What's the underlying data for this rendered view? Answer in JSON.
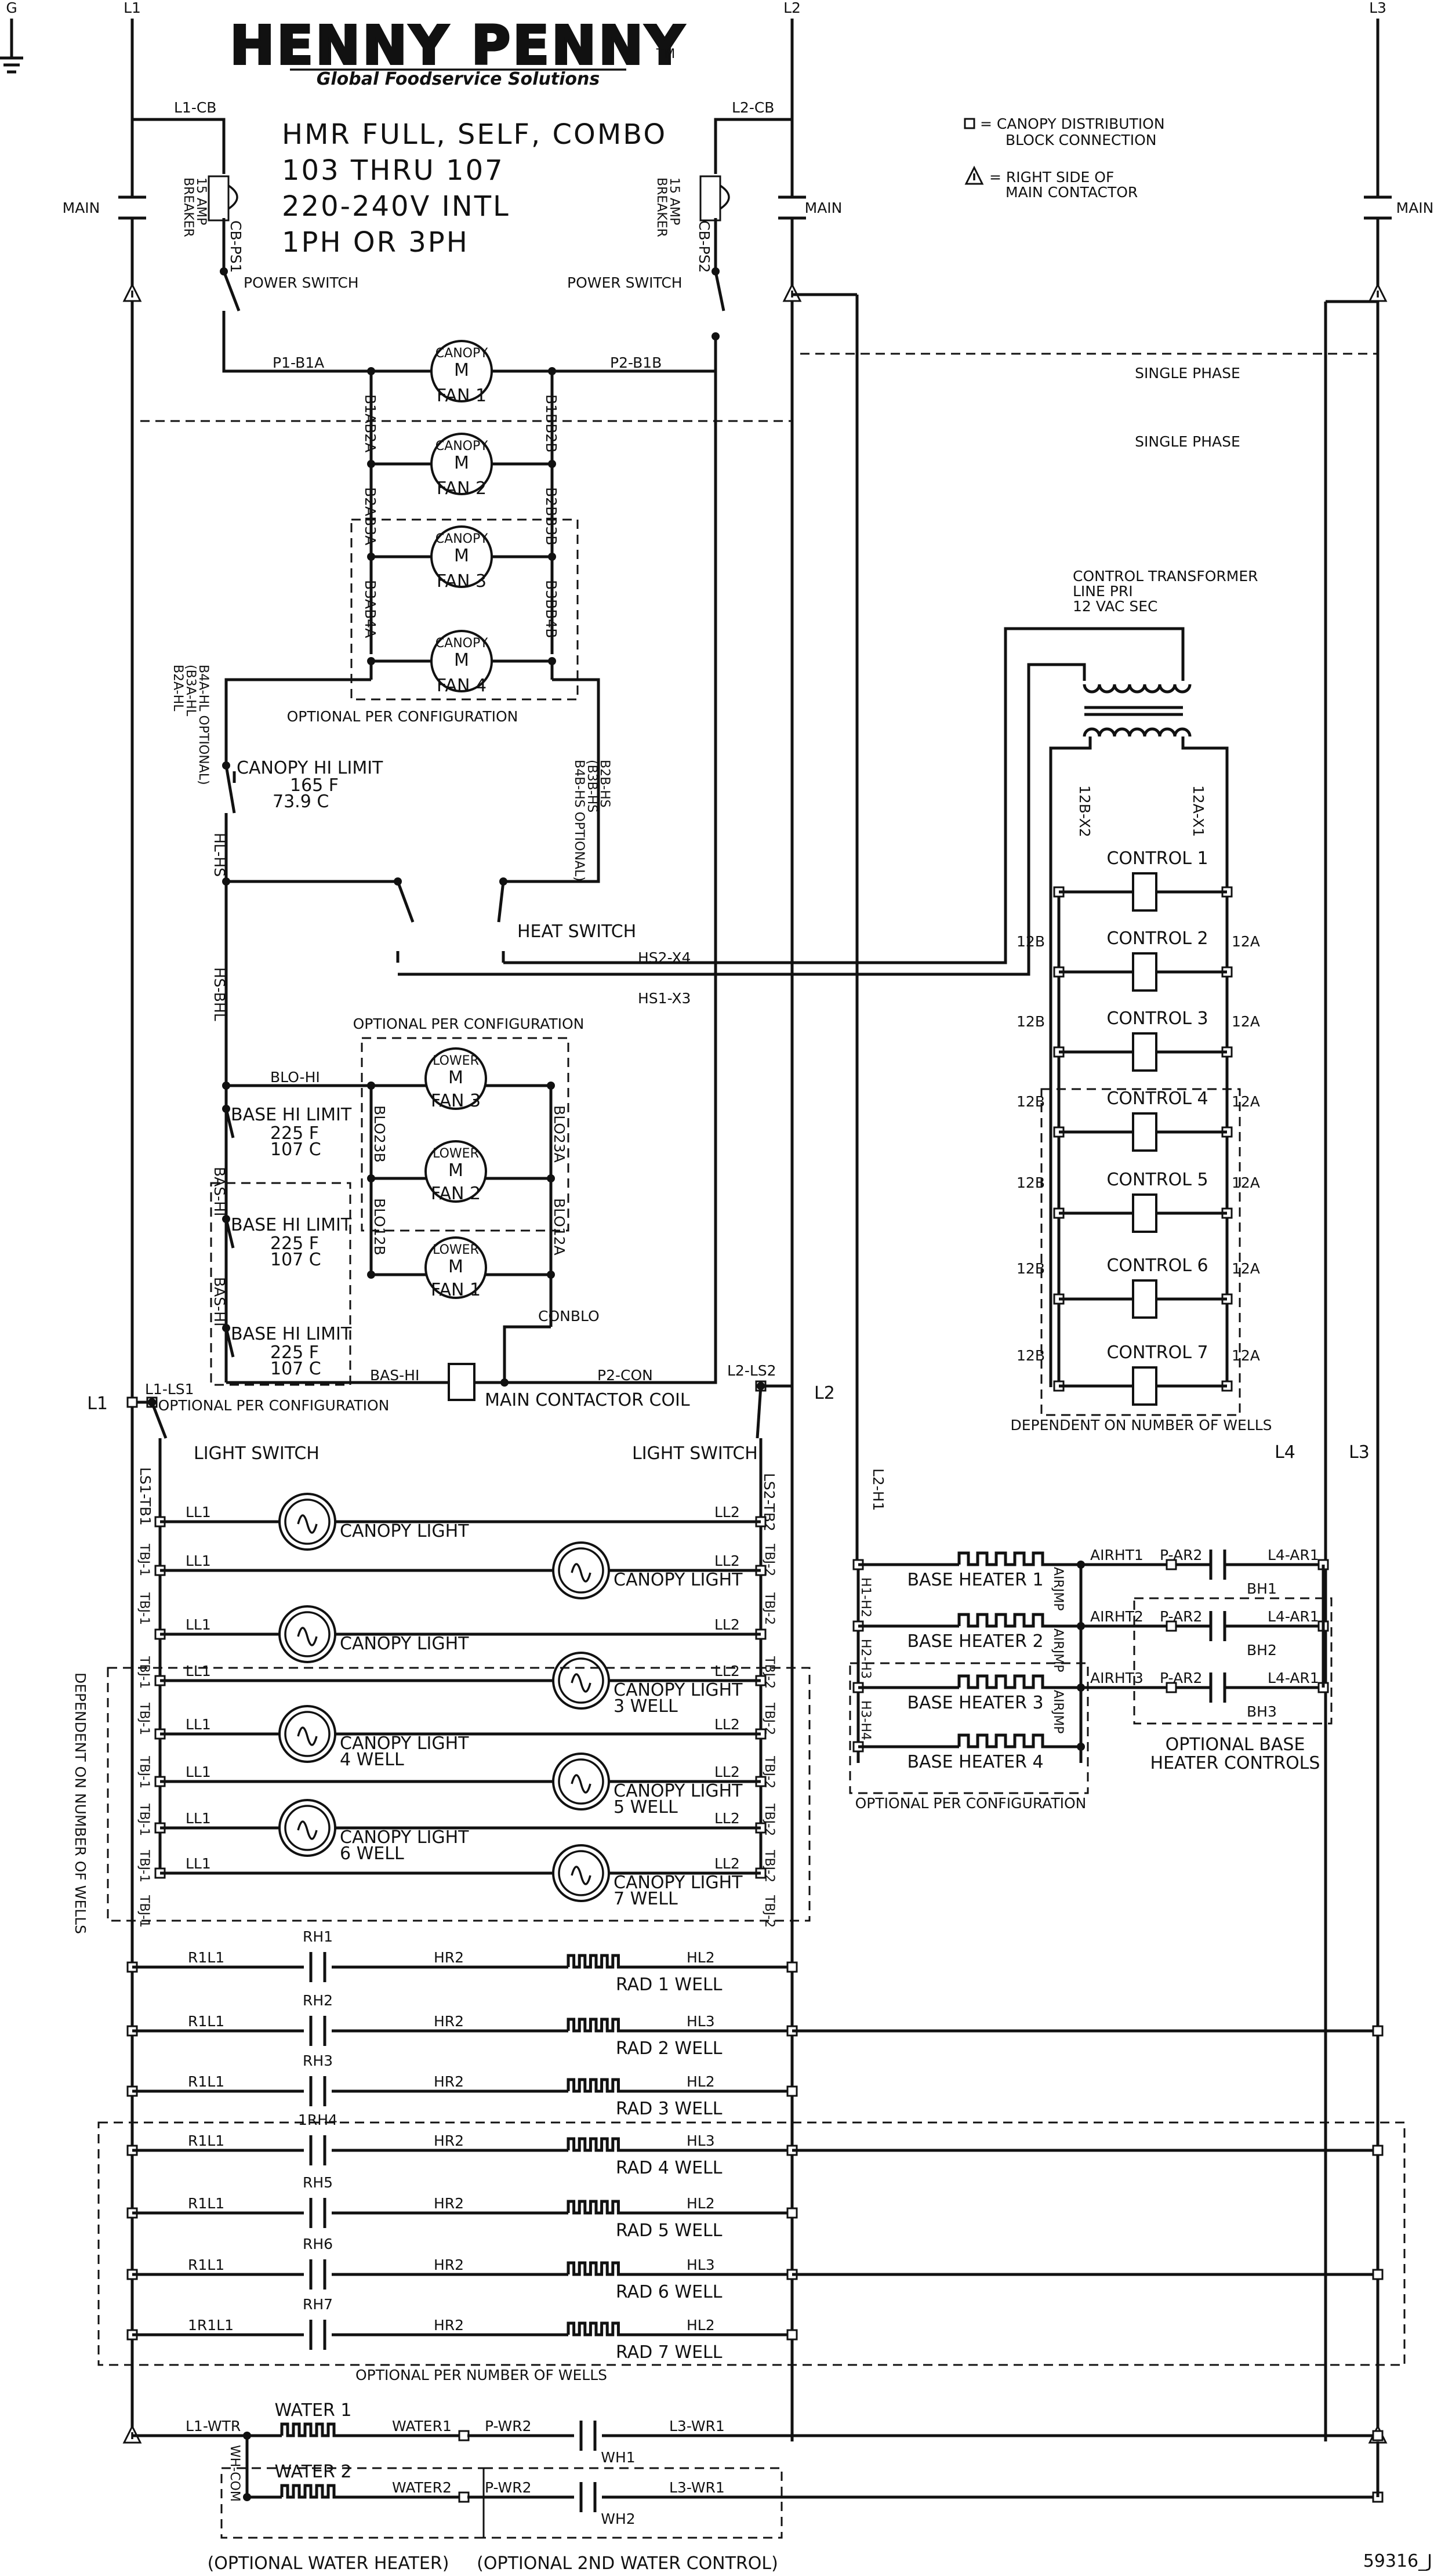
{
  "brand": {
    "logo": "HENNY PENNY",
    "tm": "TM",
    "tagline": "Global Foodservice Solutions"
  },
  "title": [
    "HMR FULL, SELF, COMBO",
    "103 THRU 107",
    "220-240V INTL",
    "1PH OR 3PH"
  ],
  "drawing_number": "59316_J",
  "legend": [
    {
      "symbol": "terminal-square",
      "lines": [
        "= CANOPY DISTRIBUTION",
        "BLOCK CONNECTION"
      ]
    },
    {
      "symbol": "triangle",
      "lines": [
        "= RIGHT SIDE OF",
        "MAIN CONTACTOR"
      ]
    }
  ],
  "supply": {
    "ground": "G",
    "lines": [
      "L1",
      "L2",
      "L3"
    ],
    "main_label": "MAIN",
    "l4": "L4"
  },
  "breakers": [
    {
      "top": "L1-CB",
      "rating": "15 AMP",
      "type": "BREAKER",
      "out": "CB-PS1"
    },
    {
      "top": "L2-CB",
      "rating": "15 AMP",
      "type": "BREAKER",
      "out": "CB-PS2"
    }
  ],
  "power_switch": "POWER SWITCH",
  "single_phase": "SINGLE PHASE",
  "canopy_fans": {
    "left_wire": "P1-B1A",
    "right_wire": "P2-B1B",
    "names": [
      "CANOPY",
      "M",
      "FAN 1",
      "FAN 2",
      "FAN 3",
      "FAN 4"
    ],
    "left_links": [
      "B1AB2A",
      "B2AB3A",
      "B3AB4A"
    ],
    "right_links": [
      "B1BB2B",
      "B2BB3B",
      "B3BB4B"
    ],
    "optional": "OPTIONAL PER CONFIGURATION"
  },
  "canopy_hi_limit": {
    "name": "CANOPY HI LIMIT",
    "f": "165 F",
    "c": "73.9 C",
    "left_wire": [
      "B2A-HL",
      "(B3A-HL",
      "B4A-HL OPTIONAL)"
    ],
    "right_wire": [
      "B2B-HS",
      "(B3B-HS",
      "B4B-HS OPTIONAL)"
    ],
    "out": "HL-HS"
  },
  "heat_switch": {
    "name": "HEAT SWITCH",
    "w1": "HS2-X4",
    "w2": "HS1-X3",
    "down": "HS-BHL"
  },
  "transformer": {
    "lines": [
      "CONTROL TRANSFORMER",
      "LINE        PRI",
      "12 VAC      SEC"
    ],
    "x1": "12A-X1",
    "x2": "12B-X2"
  },
  "controls": {
    "names": [
      "CONTROL 1",
      "CONTROL 2",
      "CONTROL 3",
      "CONTROL 4",
      "CONTROL 5",
      "CONTROL 6",
      "CONTROL 7"
    ],
    "left": "12B",
    "right": "12A",
    "note": "DEPENDENT ON NUMBER OF WELLS"
  },
  "lower_fans": {
    "optional": "OPTIONAL PER CONFIGURATION",
    "wire_in": "BLO-HI",
    "names": [
      "LOWER",
      "M",
      "FAN 3",
      "FAN 2",
      "FAN 1"
    ],
    "left_links": [
      "BLO23B",
      "BLO12B"
    ],
    "right_links": [
      "BLO23A",
      "BLO12A"
    ],
    "out": "CONBLO"
  },
  "base_hi_limit": {
    "name": "BASE HI LIMIT",
    "f": "225 F",
    "c": "107 C",
    "links": [
      "BAS-HI",
      "BAS-HI"
    ],
    "optional": "OPTIONAL PER CONFIGURATION"
  },
  "main_coil": {
    "name": "MAIN CONTACTOR COIL",
    "left": "BAS-HI",
    "right": "P2-CON"
  },
  "light_circuit": {
    "l1": "L1",
    "l2": "L2",
    "left_in": "L1-LS1",
    "right_in": "L2-LS2",
    "switch": "LIGHT SWITCH",
    "left_down": "LS1-TB1",
    "right_down": "LS2-TB2",
    "tb_left": "TBJ-1",
    "tb_right": "TBJ-2",
    "ll1": "LL1",
    "ll2": "LL2",
    "lights": [
      [
        "CANOPY LIGHT"
      ],
      [
        "CANOPY LIGHT"
      ],
      [
        "CANOPY LIGHT"
      ],
      [
        "CANOPY LIGHT",
        "3 WELL"
      ],
      [
        "CANOPY LIGHT",
        "4 WELL"
      ],
      [
        "CANOPY LIGHT",
        "5 WELL"
      ],
      [
        "CANOPY LIGHT",
        "6 WELL"
      ],
      [
        "CANOPY LIGHT",
        "7 WELL"
      ]
    ],
    "note": "DEPENDENT ON NUMBER OF WELLS"
  },
  "base_heaters": {
    "wire_down": "L2-H1",
    "links": [
      "H1-H2",
      "H2-H3",
      "H3-H4"
    ],
    "airjmp": "AIRJMP",
    "names": [
      "BASE HEATER 1",
      "BASE HEATER 2",
      "BASE HEATER 3",
      "BASE HEATER 4"
    ],
    "optional": "OPTIONAL PER CONFIGURATION",
    "controls": [
      {
        "in": "AIRHT1",
        "p": "P-AR2",
        "out": "L4-AR1",
        "name": "BH1"
      },
      {
        "in": "AIRHT2",
        "p": "P-AR2",
        "out": "L4-AR1",
        "name": "BH2"
      },
      {
        "in": "AIRHT3",
        "p": "P-AR2",
        "out": "L4-AR1",
        "name": "BH3"
      }
    ],
    "controls_note": [
      "OPTIONAL BASE",
      "HEATER CONTROLS"
    ]
  },
  "rad_wells": {
    "rows": [
      {
        "left": "R1L1",
        "relay": "RH1",
        "mid": "HR2",
        "right": "HL2",
        "name": "RAD 1 WELL"
      },
      {
        "left": "R1L1",
        "relay": "RH2",
        "mid": "HR2",
        "right": "HL3",
        "name": "RAD 2 WELL"
      },
      {
        "left": "R1L1",
        "relay": "RH3",
        "mid": "HR2",
        "right": "HL2",
        "name": "RAD 3 WELL"
      },
      {
        "left": "R1L1",
        "relay": "1RH4",
        "mid": "HR2",
        "right": "HL3",
        "name": "RAD 4 WELL"
      },
      {
        "left": "R1L1",
        "relay": "RH5",
        "mid": "HR2",
        "right": "HL2",
        "name": "RAD 5 WELL"
      },
      {
        "left": "R1L1",
        "relay": "RH6",
        "mid": "HR2",
        "right": "HL3",
        "name": "RAD 6 WELL"
      },
      {
        "left": "1R1L1",
        "relay": "RH7",
        "mid": "HR2",
        "right": "HL2",
        "name": "RAD 7 WELL"
      }
    ],
    "note": "OPTIONAL PER NUMBER OF WELLS"
  },
  "water": {
    "rows": [
      {
        "left": "L1-WTR",
        "name": "WATER 1",
        "mid": "WATER1",
        "p": "P-WR2",
        "out": "L3-WR1",
        "relay": "WH1"
      },
      {
        "left": "",
        "name": "WATER 2",
        "mid": "WATER2",
        "p": "P-WR2",
        "out": "L3-WR1",
        "relay": "WH2"
      }
    ],
    "link": "WH-COM",
    "notes": [
      "(OPTIONAL WATER HEATER)",
      "(OPTIONAL 2ND WATER CONTROL)"
    ]
  }
}
